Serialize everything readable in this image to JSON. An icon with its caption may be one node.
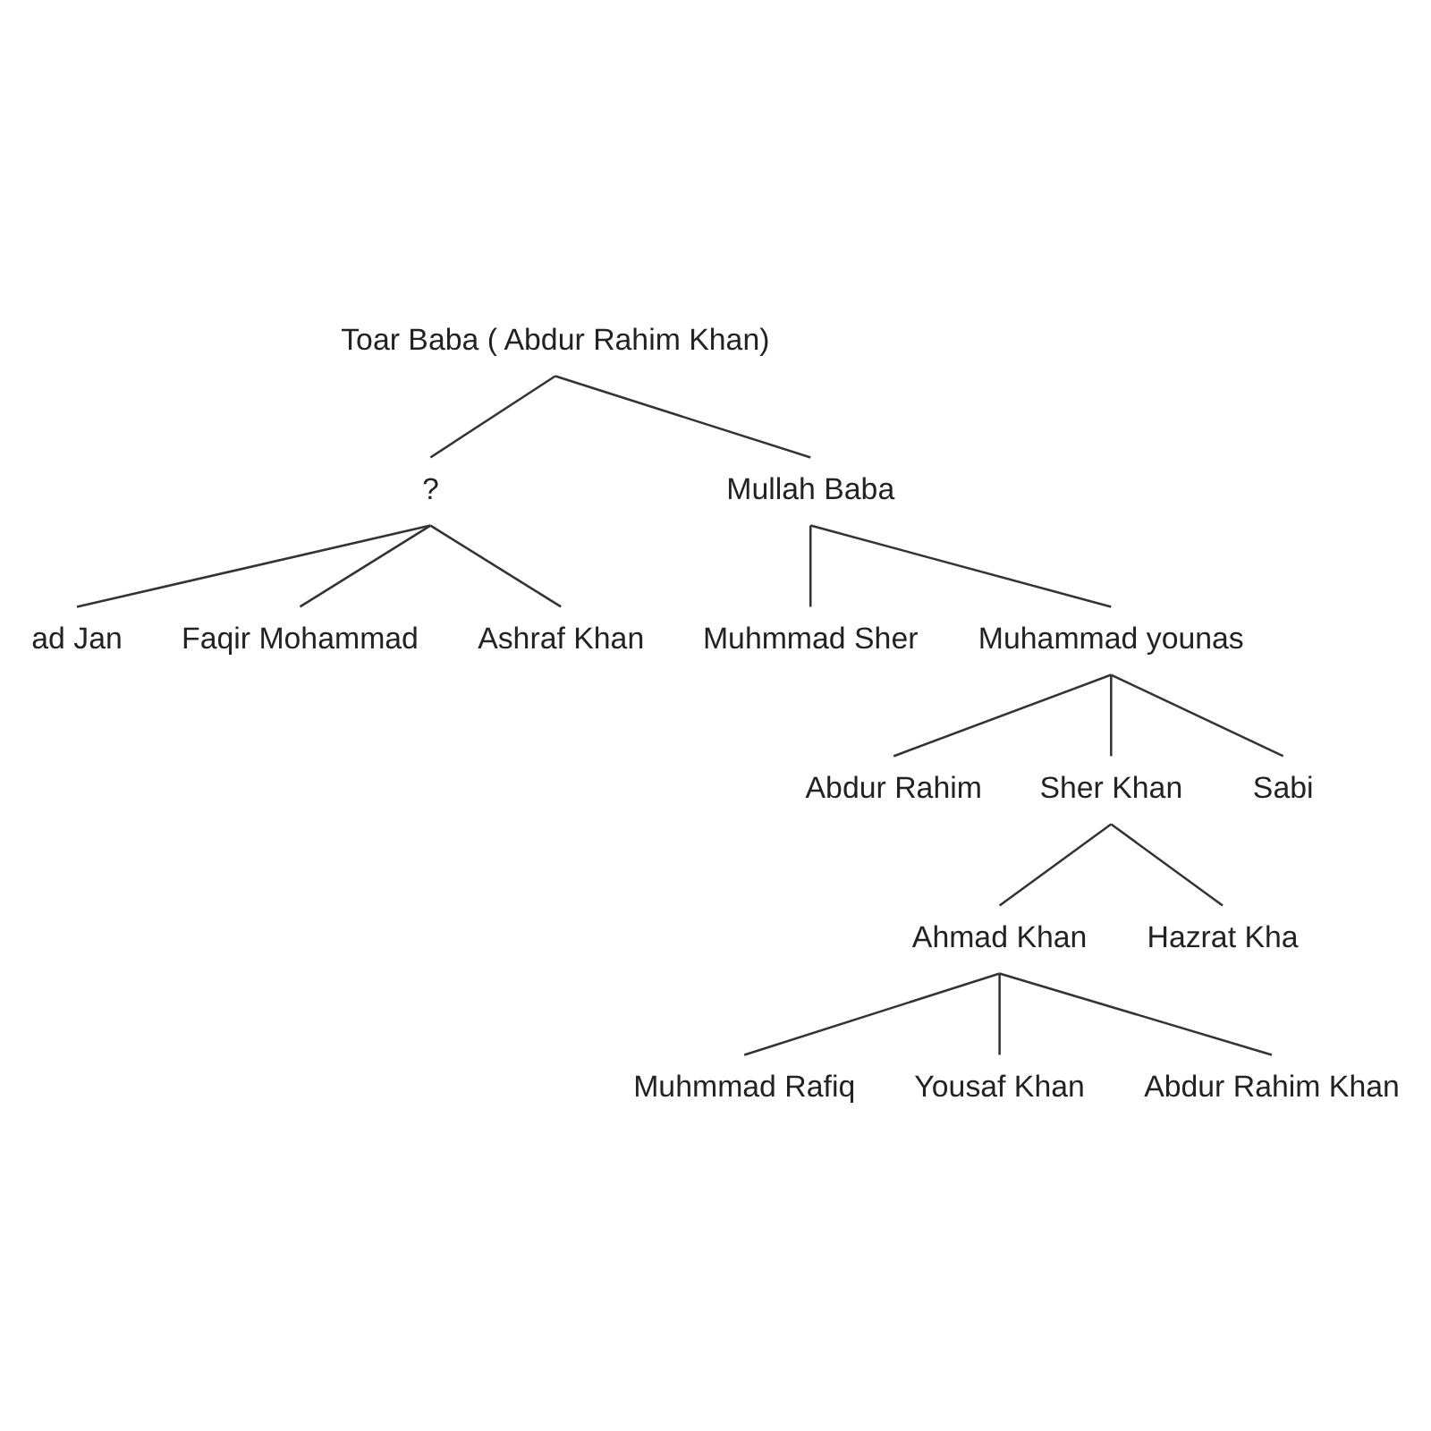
{
  "diagram": {
    "nodes": [
      {
        "text": [
          "Toar Baba ( Abdur Rahim Khan)"
        ]
      },
      {
        "text": [
          "?"
        ]
      },
      {
        "text": [
          "Mullah Baba"
        ]
      },
      {
        "text": [
          "ad Jan"
        ]
      },
      {
        "text": [
          "Faqir Mohammad"
        ]
      },
      {
        "text": [
          "Ashraf Khan"
        ]
      },
      {
        "text": [
          "Muhmmad Sher"
        ]
      },
      {
        "text": [
          "Muhammad younas"
        ]
      },
      {
        "text": [
          "Abdur Rahim"
        ]
      },
      {
        "text": [
          "Sher Khan"
        ]
      },
      {
        "text": [
          "Sabi"
        ]
      },
      {
        "text": [
          "Ahmad Khan"
        ]
      },
      {
        "text": [
          "Hazrat Kha"
        ]
      },
      {
        "text": [
          "Muhmmad Rafiq"
        ]
      },
      {
        "text": [
          "Yousaf Khan"
        ]
      },
      {
        "text": [
          "Abdur Rahim Khan"
        ]
      }
    ],
    "edges": [
      {
        "from": 0,
        "to": 1,
        "arrow": "none"
      },
      {
        "from": 0,
        "to": 2,
        "arrow": "none"
      },
      {
        "from": 1,
        "to": 3,
        "arrow": "none"
      },
      {
        "from": 1,
        "to": 4,
        "arrow": "none"
      },
      {
        "from": 1,
        "to": 5,
        "arrow": "none"
      },
      {
        "from": 2,
        "to": 6,
        "arrow": "none"
      },
      {
        "from": 2,
        "to": 7,
        "arrow": "none"
      },
      {
        "from": 7,
        "to": 8,
        "arrow": "none"
      },
      {
        "from": 7,
        "to": 9,
        "arrow": "none"
      },
      {
        "from": 7,
        "to": 10,
        "arrow": "none"
      },
      {
        "from": 9,
        "to": 11,
        "arrow": "none"
      },
      {
        "from": 9,
        "to": 12,
        "arrow": "none"
      },
      {
        "from": 11,
        "to": 13,
        "arrow": "none"
      },
      {
        "from": 11,
        "to": 14,
        "arrow": "none"
      },
      {
        "from": 11,
        "to": 15,
        "arrow": "none"
      }
    ]
  }
}
